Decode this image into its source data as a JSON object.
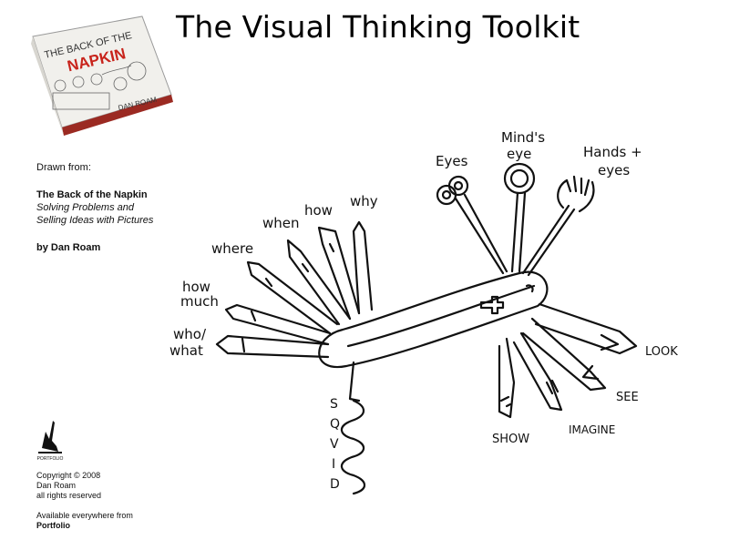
{
  "title": "The Visual Thinking Toolkit",
  "book": {
    "title_line1": "THE BACK OF THE",
    "title_line2": "NAPKIN",
    "author": "DAN ROAM"
  },
  "sidebar": {
    "drawn_from": "Drawn from:",
    "book_title": "The Back of the Napkin",
    "subtitle_line1": "Solving Problems and",
    "subtitle_line2": "Selling Ideas with Pictures",
    "author": "by Dan Roam"
  },
  "publisher_mark": "PORTFOLIO",
  "footer": {
    "copyright": "Copyright © 2008",
    "name": "Dan Roam",
    "rights": "all rights reserved",
    "available": "Available everywhere from",
    "publisher": "Portfolio"
  },
  "diagram": {
    "labels": {
      "who_what_1": "who/",
      "who_what_2": "what",
      "how_much_1": "how",
      "how_much_2": "much",
      "where": "where",
      "when": "when",
      "how": "how",
      "why": "why",
      "eyes": "Eyes",
      "minds_eye_1": "Mind's",
      "minds_eye_2": "eye",
      "hands_eyes_1": "Hands +",
      "hands_eyes_2": "eyes",
      "look": "LOOK",
      "see": "SEE",
      "imagine": "IMAGINE",
      "show": "SHOW",
      "squid": [
        "S",
        "Q",
        "V",
        "I",
        "D"
      ]
    }
  }
}
